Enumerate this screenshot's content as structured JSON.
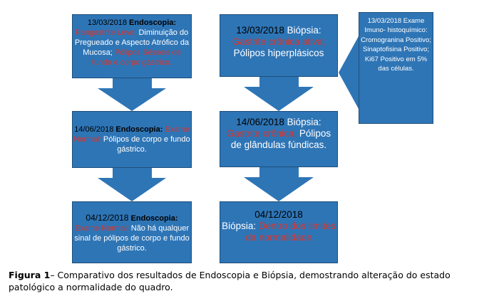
{
  "colors": {
    "box_fill": "#2e75b6",
    "box_border": "#1f4e79",
    "highlight_red": "#d9342b",
    "arrow": "#2e75b6"
  },
  "endoscopy": [
    {
      "date": "13/03/2018",
      "heading": "Endoscopia:",
      "segments": [
        {
          "text": "Pangastrite Leve;",
          "style": "red"
        },
        {
          "text": " Diminuição do Pregueado e Aspecto Atrófico da Mucosa; ",
          "style": "white"
        },
        {
          "text": "Pólipos Sésseis de fundo e corpo gástrico.",
          "style": "red"
        }
      ]
    },
    {
      "date": "14/06/2018",
      "heading": "Endoscopia:",
      "segments": [
        {
          "text": "Exame Normal:",
          "style": "red"
        },
        {
          "text": " Pólipos de corpo e fundo gástrico.",
          "style": "white"
        }
      ]
    },
    {
      "date": "04/12/2018",
      "heading": "Endoscopia:",
      "segments": [
        {
          "text": "Exame Normal:",
          "style": "red"
        },
        {
          "text": " Não há qualquer sinal de pólipos de corpo e fundo gástrico.",
          "style": "white"
        }
      ]
    }
  ],
  "biopsy": [
    {
      "date": "13/03/2018",
      "heading": "Biópsia:",
      "segments": [
        {
          "text": "Gastrite crônica ativa;",
          "style": "red"
        },
        {
          "text": " Pólipos hiperplásicos",
          "style": "white"
        }
      ]
    },
    {
      "date": "14/06/2018",
      "heading": "Biópsia:",
      "segments": [
        {
          "text": "Gastrite crônica;",
          "style": "red"
        },
        {
          "text": " Pólipos de glândulas fúndicas.",
          "style": "white"
        }
      ]
    },
    {
      "date": "04/12/2018",
      "heading": "Biópsia:",
      "segments": [
        {
          "text": "Dentro dos limites da normalidade",
          "style": "red"
        }
      ]
    }
  ],
  "immuno_note": {
    "lines": [
      "13/03/2018",
      "Exame Imuno-",
      "histoquímico:",
      "Cromogranina",
      "Positivo;",
      "Sinaptofisina",
      "Positivo; Ki67",
      "Positivo em",
      "5% das",
      "células."
    ]
  },
  "caption": {
    "label": "Figura 1",
    "text": "– Comparativo dos resultados de Endoscopia e Biópsia, demostrando alteração do estado patológico a normalidade do quadro."
  }
}
